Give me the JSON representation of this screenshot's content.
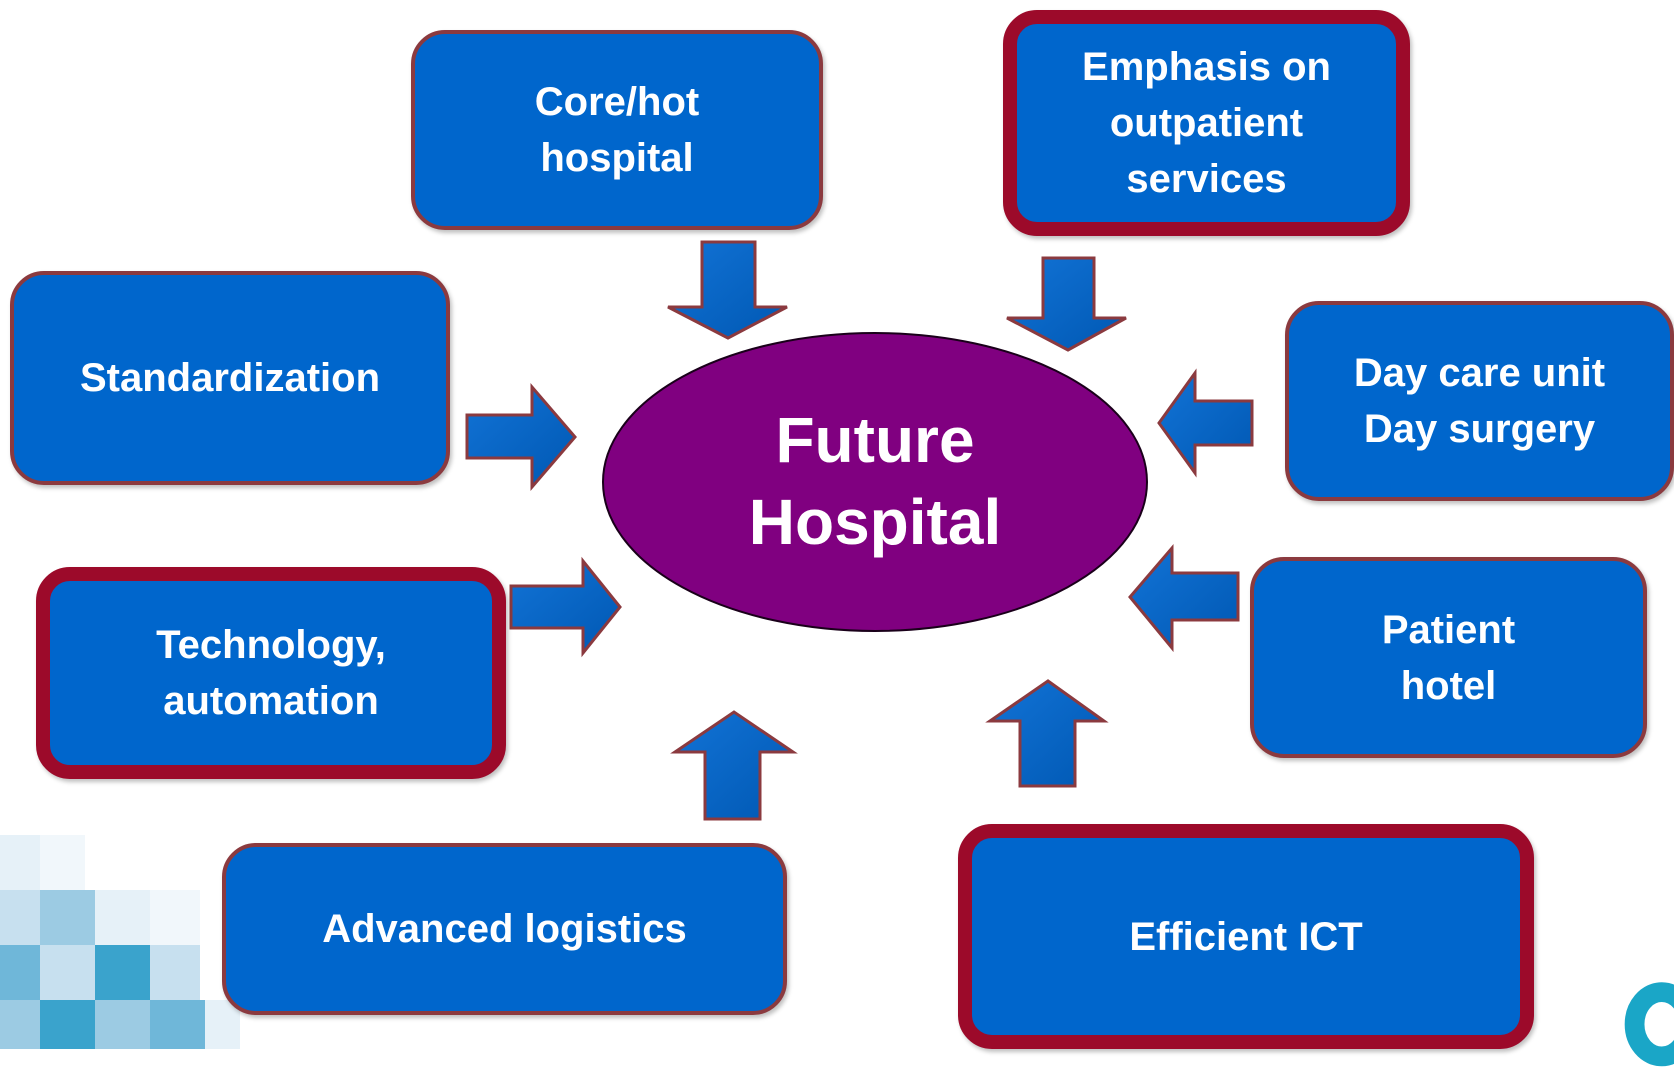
{
  "diagram": {
    "center": {
      "label": "Future\nHospital",
      "fill": "#800080"
    },
    "box_fill": "#0066cc",
    "arrow_fill": "#0066cc",
    "border_color": "#8b3a3f",
    "accent_border_color": "#9c0a2a",
    "nodes": [
      {
        "id": "core-hot-hospital",
        "label": "Core/hot\nhospital",
        "highlighted": false
      },
      {
        "id": "outpatient-services",
        "label": "Emphasis on\noutpatient\nservices",
        "highlighted": true
      },
      {
        "id": "standardization",
        "label": "Standardization",
        "highlighted": false
      },
      {
        "id": "day-care",
        "label": "Day care unit\nDay surgery",
        "highlighted": false
      },
      {
        "id": "technology-automation",
        "label": "Technology,\nautomation",
        "highlighted": true
      },
      {
        "id": "patient-hotel",
        "label": "Patient\nhotel",
        "highlighted": false
      },
      {
        "id": "advanced-logistics",
        "label": "Advanced logistics",
        "highlighted": false
      },
      {
        "id": "efficient-ict",
        "label": "Efficient ICT",
        "highlighted": true
      }
    ]
  },
  "decoration": {
    "mosaic_colors": [
      "#e6f1f8",
      "#c7e0ef",
      "#9ccbe3",
      "#6fb7d9",
      "#3aa3cc"
    ],
    "logo_color": "#1aa6c7"
  }
}
